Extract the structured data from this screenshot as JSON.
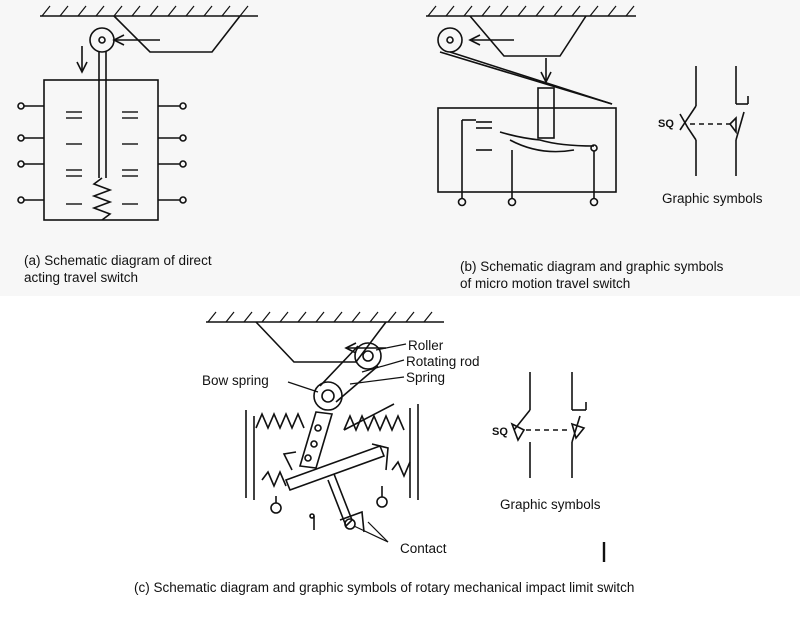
{
  "panel_a": {
    "caption_line1": "(a) Schematic diagram of direct",
    "caption_line2": "acting travel switch"
  },
  "panel_b": {
    "caption_line1": "(b) Schematic diagram and graphic symbols",
    "caption_line2": "of micro motion travel switch",
    "symbol_caption": "Graphic symbols",
    "symbol_code": "SQ"
  },
  "panel_c": {
    "caption": "(c) Schematic diagram and graphic symbols of rotary mechanical impact limit switch",
    "labels": {
      "roller": "Roller",
      "rotating_rod": "Rotating rod",
      "spring": "Spring",
      "bow_spring": "Bow spring",
      "contact": "Contact"
    },
    "symbol_caption": "Graphic symbols",
    "symbol_code": "SQ"
  }
}
